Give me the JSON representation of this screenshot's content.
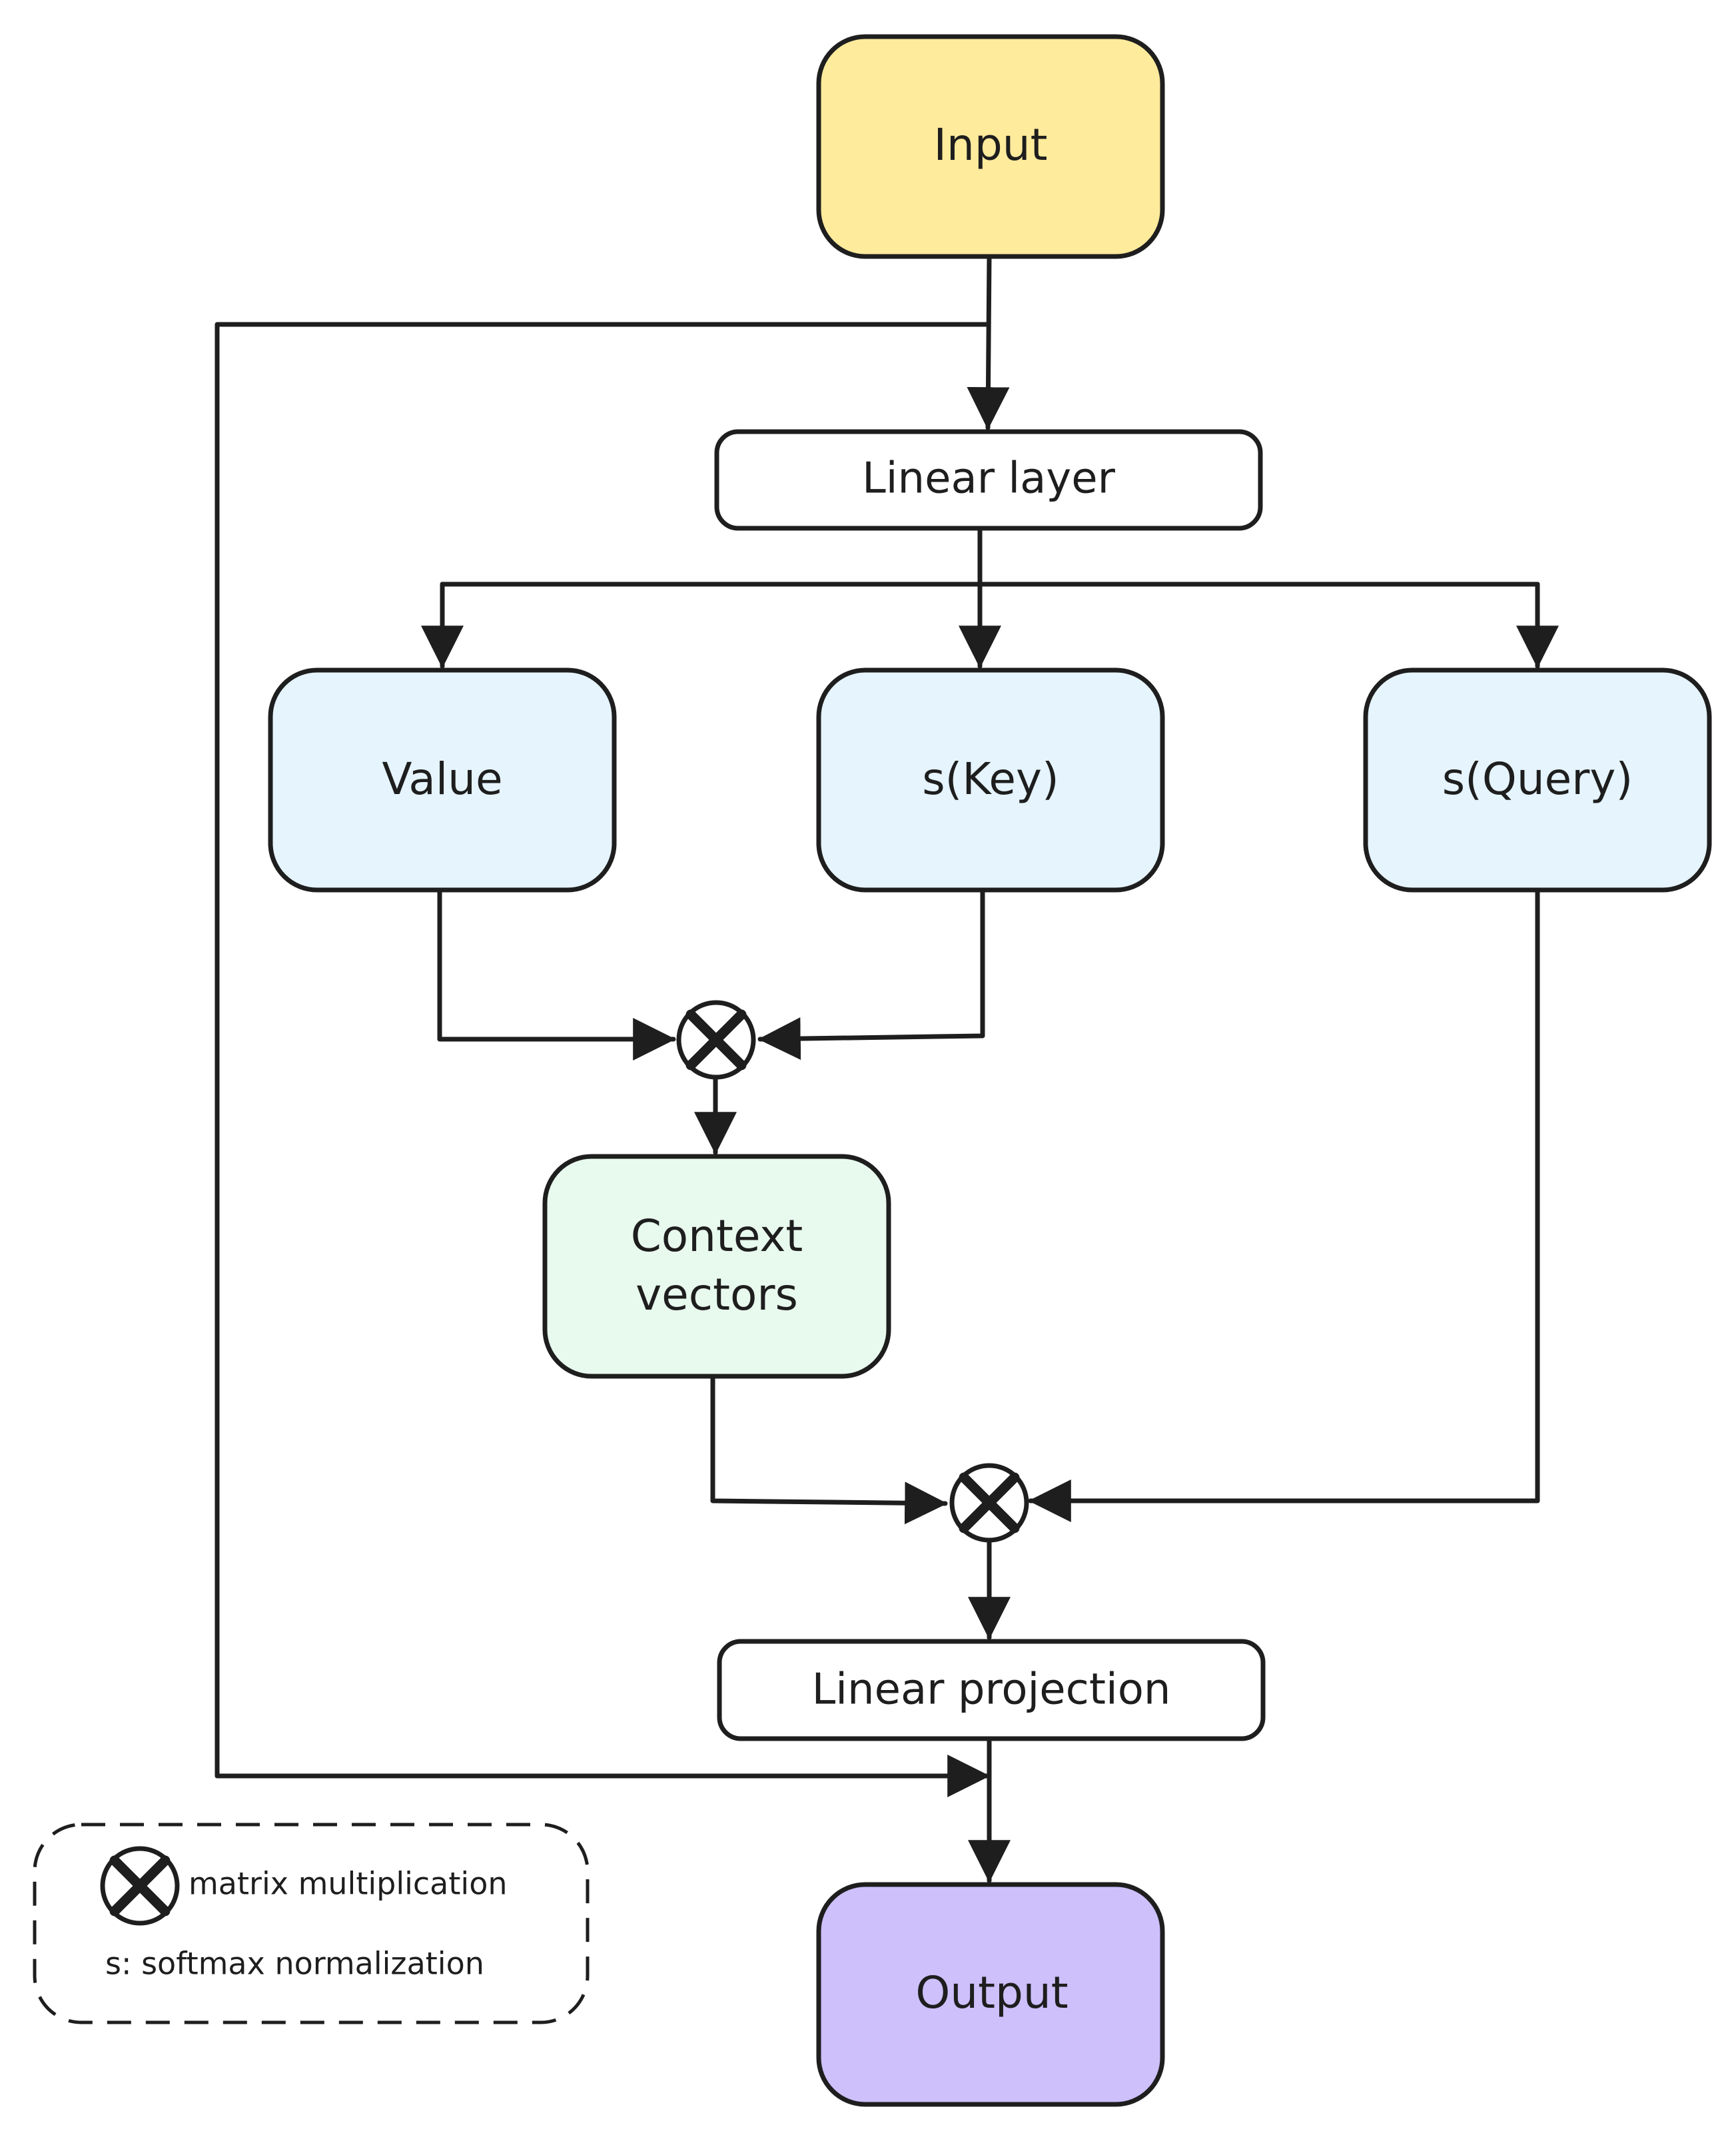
{
  "nodes": {
    "input": {
      "label": "Input",
      "fill": "#FEEB9C"
    },
    "linear_layer": {
      "label": "Linear layer",
      "fill": "#FFFFFF"
    },
    "value": {
      "label": "Value",
      "fill": "#E5F4FD"
    },
    "key": {
      "label": "s(Key)",
      "fill": "#E5F4FD"
    },
    "query": {
      "label": "s(Query)",
      "fill": "#E5F4FD"
    },
    "context_vectors": {
      "label_line1": "Context",
      "label_line2": "vectors",
      "fill": "#E8F9EE"
    },
    "linear_projection": {
      "label": "Linear projection",
      "fill": "#FFFFFF"
    },
    "output": {
      "label": "Output",
      "fill": "#CDC0FB"
    }
  },
  "operators": {
    "matmul_1": {
      "symbol": "matrix-multiplication-icon"
    },
    "matmul_2": {
      "symbol": "matrix-multiplication-icon"
    }
  },
  "legend": {
    "matmul_label": "matrix multiplication",
    "softmax_label": "s: softmax normalization"
  },
  "colors": {
    "stroke": "#1E1E1E",
    "background": "#FFFFFF"
  }
}
